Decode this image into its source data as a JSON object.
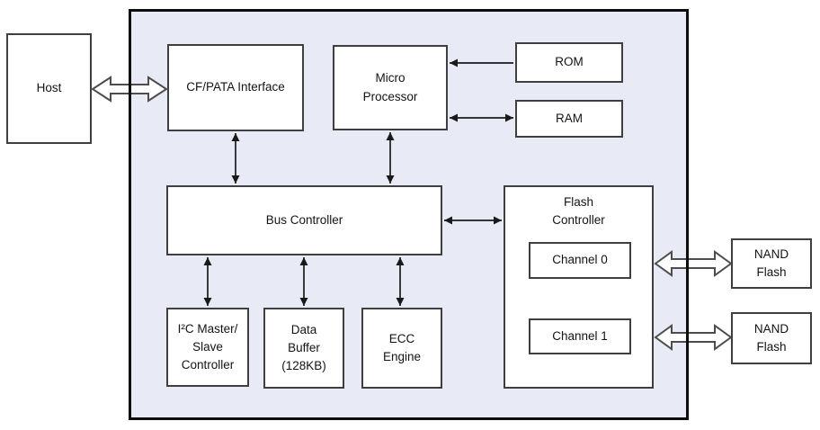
{
  "diagram": {
    "type": "block-diagram",
    "subject": "Flash storage controller architecture",
    "nodes": {
      "host": "Host",
      "cf_pata_interface": "CF/PATA Interface",
      "micro_processor": "Micro\nProcessor",
      "rom": "ROM",
      "ram": "RAM",
      "bus_controller": "Bus Controller",
      "flash_controller": "Flash\nController",
      "channel_0": "Channel 0",
      "channel_1": "Channel 1",
      "i2c_controller": "I²C Master/\nSlave\nController",
      "data_buffer": "Data\nBuffer\n(128KB)",
      "ecc_engine": "ECC\nEngine",
      "nand_flash_0": "NAND\nFlash",
      "nand_flash_1": "NAND\nFlash"
    },
    "connections": [
      {
        "from": "host",
        "to": "cf_pata_interface",
        "style": "hollow-double-arrow"
      },
      {
        "from": "cf_pata_interface",
        "to": "bus_controller",
        "style": "double-arrow"
      },
      {
        "from": "micro_processor",
        "to": "bus_controller",
        "style": "double-arrow"
      },
      {
        "from": "rom",
        "to": "micro_processor",
        "style": "single-arrow"
      },
      {
        "from": "ram",
        "to": "micro_processor",
        "style": "double-arrow"
      },
      {
        "from": "bus_controller",
        "to": "flash_controller",
        "style": "double-arrow"
      },
      {
        "from": "bus_controller",
        "to": "i2c_controller",
        "style": "double-arrow"
      },
      {
        "from": "bus_controller",
        "to": "data_buffer",
        "style": "double-arrow"
      },
      {
        "from": "bus_controller",
        "to": "ecc_engine",
        "style": "double-arrow"
      },
      {
        "from": "channel_0",
        "to": "nand_flash_0",
        "style": "hollow-double-arrow"
      },
      {
        "from": "channel_1",
        "to": "nand_flash_1",
        "style": "hollow-double-arrow"
      }
    ],
    "colors": {
      "chip_background": "#e8ebf5",
      "chip_border": "#0d0d0d",
      "box_background": "#ffffff",
      "box_border": "#3f3f3f",
      "arrow": "#1a1a1a",
      "hollow_arrow_outline": "#4d4d4d",
      "hollow_arrow_fill": "#ffffff",
      "text": "#141414"
    }
  }
}
